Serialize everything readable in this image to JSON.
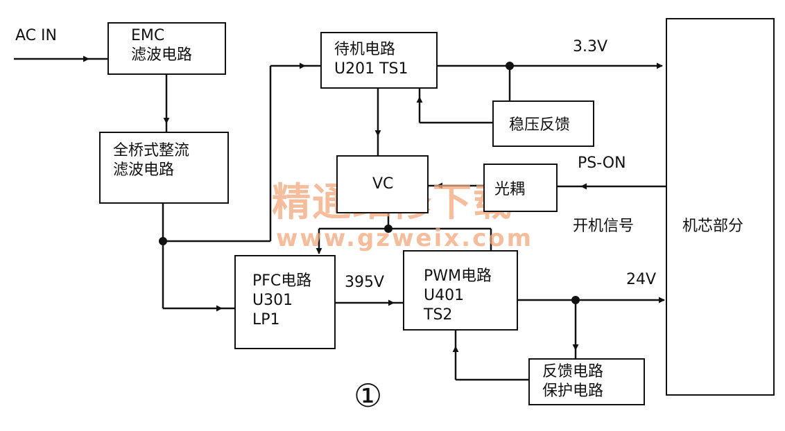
{
  "figure_label": "①",
  "inputs": {
    "ac_in": "AC IN"
  },
  "blocks": {
    "emc": [
      "EMC",
      "滤波电路"
    ],
    "bridge": [
      "全桥式整流",
      "滤波电路"
    ],
    "standby": [
      "待机电路",
      "U201 TS1"
    ],
    "regulation_feedback": [
      "稳压反馈"
    ],
    "vc": [
      "VC"
    ],
    "optocoupler": [
      "光耦"
    ],
    "pfc": [
      "PFC电路",
      "U301",
      "LP1"
    ],
    "pwm": [
      "PWM电路",
      "U401",
      "TS2"
    ],
    "feedback_protection": [
      "反馈电路",
      "保护电路"
    ],
    "mainboard": [
      "机芯部分"
    ]
  },
  "signals": {
    "v33": "3.3V",
    "ps_on": "PS-ON",
    "power_on_signal": "开机信号",
    "v395": "395V",
    "v24": "24V"
  },
  "watermark": {
    "line1": "精通维修下载",
    "line2": "www.gzweix.com"
  },
  "colors": {
    "line": "#111111",
    "watermark": "#f2a77a",
    "background": "#ffffff"
  }
}
